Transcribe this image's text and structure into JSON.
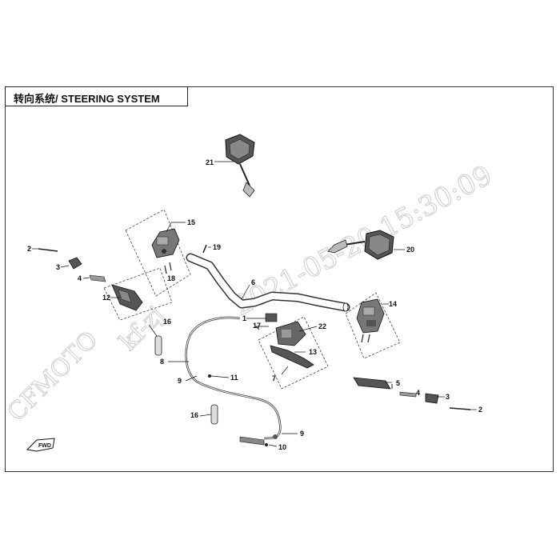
{
  "title": "转向系统/ STEERING SYSTEM",
  "watermark": {
    "brand": "CFMOTO",
    "user": "kf-zj",
    "timestamp": "2021-05-20  15:30:09"
  },
  "fwd_label": "FWD",
  "callouts": {
    "c21": "21",
    "c15": "15",
    "c19": "19",
    "c20": "20",
    "c2a": "2",
    "c3a": "3",
    "c4": "4",
    "c12": "12",
    "c18": "18",
    "c6": "6",
    "c14": "14",
    "c1": "1",
    "c17": "17",
    "c22": "22",
    "c16a": "16",
    "c8": "8",
    "c13": "13",
    "c7": "7",
    "c11": "11",
    "c9a": "9",
    "c5": "5",
    "c4b": "4",
    "c3b": "3",
    "c2b": "2",
    "c16b": "16",
    "c9b": "9",
    "c10": "10"
  }
}
